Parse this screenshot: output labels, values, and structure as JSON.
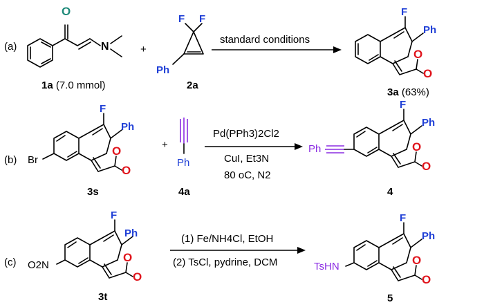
{
  "panels": {
    "a": {
      "label": "(a)",
      "reactant1": {
        "id": "1a",
        "note": "(7.0 mmol)"
      },
      "plus": "+",
      "reactant2": {
        "id": "2a"
      },
      "conditions": "standard conditions",
      "product": {
        "id": "3a",
        "yield": "(63%)"
      }
    },
    "b": {
      "label": "(b)",
      "reactant1": {
        "id": "3s"
      },
      "plus": "+",
      "reactant2": {
        "id": "4a"
      },
      "conditions_top": "Pd(PPh3)2Cl2",
      "conditions_mid": "CuI, Et3N",
      "conditions_bottom": "80 oC, N2",
      "product": {
        "id": "4"
      }
    },
    "c": {
      "label": "(c)",
      "reactant1": {
        "id": "3t"
      },
      "conditions_top": "(1) Fe/NH4Cl, EtOH",
      "conditions_bottom": "(2) TsCl, pydrine, DCM",
      "product": {
        "id": "5"
      }
    }
  },
  "atoms": {
    "F": "F",
    "Ph": "Ph",
    "O": "O",
    "N": "N",
    "Br": "Br",
    "O2N": "O2N",
    "TsHN": "TsHN"
  }
}
